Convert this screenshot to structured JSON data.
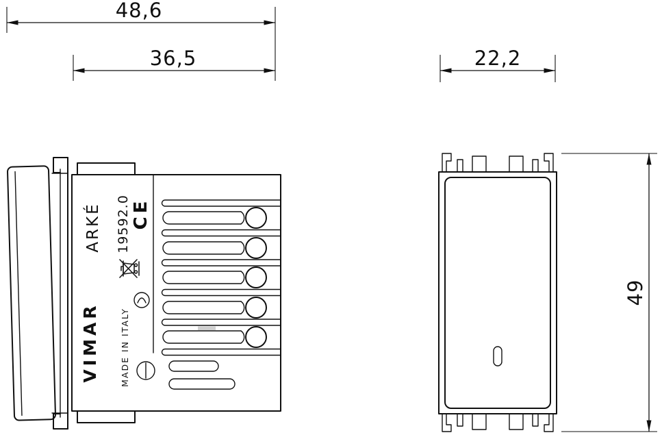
{
  "dims": {
    "side_total": "48,6",
    "side_body": "36,5",
    "front_width": "22,2",
    "front_height": "49"
  },
  "markings": {
    "series": "ARKÉ",
    "model": "19592.0",
    "ce": "CE",
    "brand": "VIMAR",
    "origin": "MADE IN ITALY"
  }
}
